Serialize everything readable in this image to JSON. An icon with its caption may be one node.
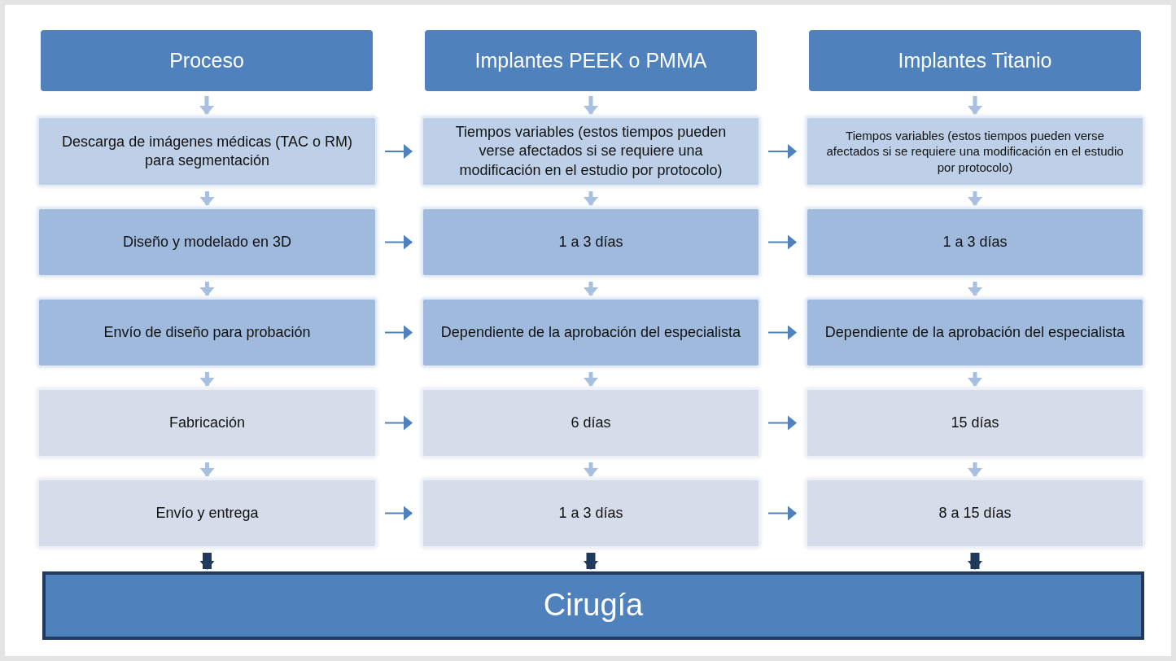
{
  "diagram": {
    "nodes": [
      {
        "text": [
          "Proceso"
        ]
      },
      {
        "text": [
          "Implantes PEEK o PMMA"
        ]
      },
      {
        "text": [
          "Implantes Titanio"
        ]
      },
      {
        "text": [
          "Descarga de imágenes médicas (TAC o RM) para segmentación"
        ]
      },
      {
        "text": [
          "Tiempos variables (estos tiempos pueden verse afectados si se requiere una modificación en el estudio por protocolo)"
        ]
      },
      {
        "text": [
          "Tiempos variables (estos tiempos pueden verse afectados si se requiere una modificación en el estudio por protocolo)"
        ]
      },
      {
        "text": [
          "Diseño y modelado en 3D"
        ]
      },
      {
        "text": [
          "1 a 3 días"
        ]
      },
      {
        "text": [
          "1 a 3 días"
        ]
      },
      {
        "text": [
          "Envío de diseño para probación"
        ]
      },
      {
        "text": [
          "Dependiente de la aprobación del especialista"
        ]
      },
      {
        "text": [
          "Dependiente de la aprobación del especialista"
        ]
      },
      {
        "text": [
          "Fabricación"
        ]
      },
      {
        "text": [
          "6 días"
        ]
      },
      {
        "text": [
          "15 días"
        ]
      },
      {
        "text": [
          "Envío y entrega"
        ]
      },
      {
        "text": [
          "1 a 3 días"
        ]
      },
      {
        "text": [
          "8 a 15 días"
        ]
      },
      {
        "text": [
          "Cirugía"
        ]
      }
    ],
    "edges": [
      {
        "from": 0,
        "to": 3,
        "arrow": "to"
      },
      {
        "from": 1,
        "to": 4,
        "arrow": "to"
      },
      {
        "from": 2,
        "to": 5,
        "arrow": "to"
      },
      {
        "from": 3,
        "to": 4,
        "arrow": "to",
        "color": "#4f81bd"
      },
      {
        "from": 4,
        "to": 5,
        "arrow": "to",
        "color": "#4f81bd"
      },
      {
        "from": 3,
        "to": 6,
        "arrow": "to"
      },
      {
        "from": 4,
        "to": 7,
        "arrow": "to"
      },
      {
        "from": 5,
        "to": 8,
        "arrow": "to"
      },
      {
        "from": 6,
        "to": 7,
        "arrow": "to",
        "color": "#4f81bd"
      },
      {
        "from": 7,
        "to": 8,
        "arrow": "to",
        "color": "#4f81bd"
      },
      {
        "from": 6,
        "to": 9,
        "arrow": "to"
      },
      {
        "from": 7,
        "to": 10,
        "arrow": "to"
      },
      {
        "from": 8,
        "to": 11,
        "arrow": "to"
      },
      {
        "from": 9,
        "to": 10,
        "arrow": "to",
        "color": "#4f81bd"
      },
      {
        "from": 10,
        "to": 11,
        "arrow": "to",
        "color": "#4f81bd"
      },
      {
        "from": 9,
        "to": 12,
        "arrow": "to"
      },
      {
        "from": 10,
        "to": 13,
        "arrow": "to"
      },
      {
        "from": 11,
        "to": 14,
        "arrow": "to"
      },
      {
        "from": 12,
        "to": 13,
        "arrow": "to",
        "color": "#4f81bd"
      },
      {
        "from": 13,
        "to": 14,
        "arrow": "to",
        "color": "#4f81bd"
      },
      {
        "from": 12,
        "to": 15,
        "arrow": "to"
      },
      {
        "from": 13,
        "to": 16,
        "arrow": "to"
      },
      {
        "from": 14,
        "to": 17,
        "arrow": "to"
      },
      {
        "from": 15,
        "to": 16,
        "arrow": "to",
        "color": "#4f81bd"
      },
      {
        "from": 16,
        "to": 17,
        "arrow": "to",
        "color": "#4f81bd"
      },
      {
        "from": 15,
        "to": 18,
        "arrow": "to",
        "style": "thick",
        "color": "#1f3a5c"
      },
      {
        "from": 16,
        "to": 18,
        "arrow": "to",
        "style": "thick",
        "color": "#1f3a5c"
      },
      {
        "from": 17,
        "to": 18,
        "arrow": "to",
        "style": "thick",
        "color": "#1f3a5c"
      }
    ]
  }
}
